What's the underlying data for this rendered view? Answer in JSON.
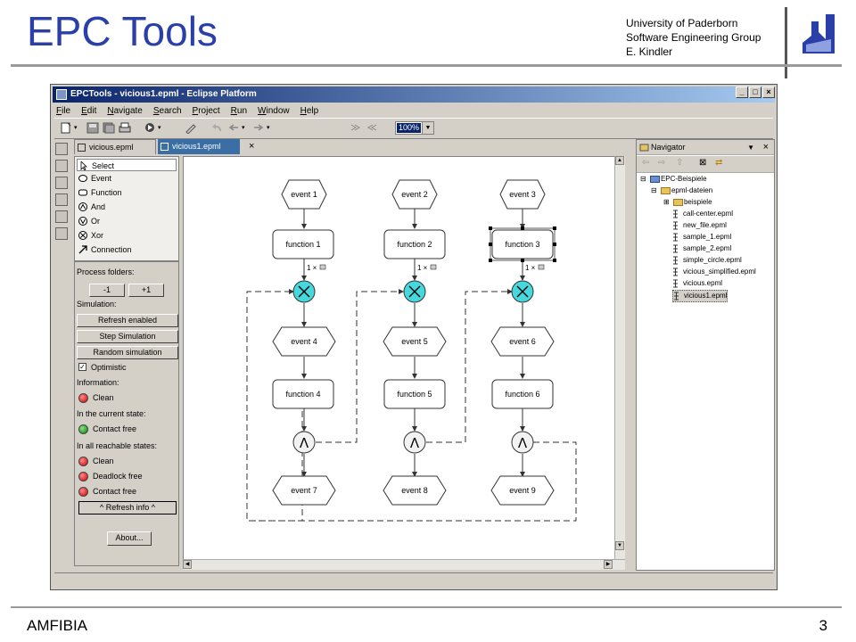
{
  "slide": {
    "title": "EPC Tools",
    "university_lines": [
      "University of Paderborn",
      "Software Engineering Group",
      "E. Kindler"
    ],
    "footer_left": "AMFIBIA",
    "page_number": "3"
  },
  "window": {
    "title": "EPCTools - vicious1.epml - Eclipse Platform",
    "menu": [
      "File",
      "Edit",
      "Navigate",
      "Search",
      "Project",
      "Run",
      "Window",
      "Help"
    ],
    "zoom": "100%"
  },
  "editor_tabs": [
    {
      "label": "vicious.epml"
    },
    {
      "label": "vicious1.epml"
    }
  ],
  "palette": {
    "items": [
      "Select",
      "Event",
      "Function",
      "And",
      "Or",
      "Xor",
      "Connection"
    ]
  },
  "controls": {
    "process_folders_label": "Process folders:",
    "minus_label": "-1",
    "plus_label": "+1",
    "simulation_label": "Simulation:",
    "refresh_enabled": "Refresh enabled",
    "step_simulation": "Step Simulation",
    "random_simulation": "Random simulation",
    "optimistic": "Optimistic",
    "information_label": "Information:",
    "info_clean": "Clean",
    "current_state_label": "In the current state:",
    "current_contact_free": "Contact free",
    "reachable_label": "In all reachable states:",
    "reach_clean": "Clean",
    "reach_deadlock_free": "Deadlock free",
    "reach_contact_free": "Contact free",
    "refresh_info": "^ Refresh info ^",
    "about": "About..."
  },
  "diagram": {
    "events_top": [
      "event 1",
      "event 2",
      "event 3"
    ],
    "functions_top": [
      "function 1",
      "function 2",
      "function 3"
    ],
    "token_label": "1 ×",
    "events_mid": [
      "event 4",
      "event 5",
      "event 6"
    ],
    "functions_mid": [
      "function 4",
      "function 5",
      "function 6"
    ],
    "and_symbol": "Λ",
    "events_bottom": [
      "event 7",
      "event 8",
      "event 9"
    ]
  },
  "navigator": {
    "title": "Navigator",
    "root": "EPC-Beispiele",
    "folder": "epml-dateien",
    "subfolder": "beispiele",
    "files": [
      "call-center.epml",
      "new_file.epml",
      "sample_1.epml",
      "sample_2.epml",
      "simple_circle.epml",
      "vicious_simplified.epml",
      "vicious.epml",
      "vicious1.epml"
    ]
  },
  "colors": {
    "title_blue": "#2b3fa8",
    "xor_cyan": "#46d8dc",
    "titlebar_dark": "#0a246a"
  }
}
